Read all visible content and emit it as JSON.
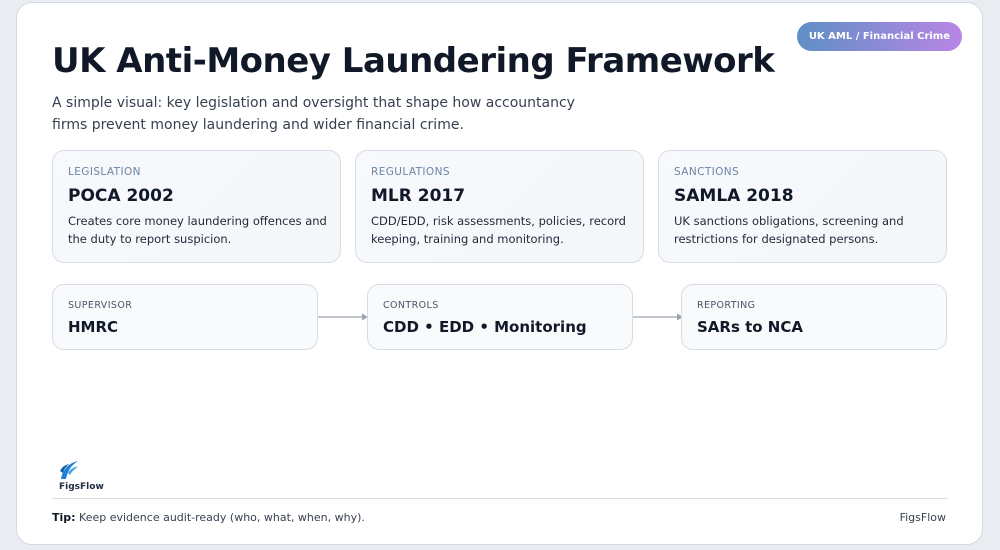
{
  "badge": "UK AML / Financial Crime",
  "title": "UK Anti-Money Laundering Framework",
  "subtitle": "A simple visual: key legislation and oversight that shape how accountancy firms prevent money laundering and wider financial crime.",
  "framework": [
    {
      "kicker": "LEGISLATION",
      "title": "POCA 2002",
      "description": "Creates core money laundering offences and the duty to report suspicion."
    },
    {
      "kicker": "REGULATIONS",
      "title": "MLR 2017",
      "description": "CDD/EDD, risk assessments, policies, record keeping, training and monitoring."
    },
    {
      "kicker": "SANCTIONS",
      "title": "SAMLA 2018",
      "description": "UK sanctions obligations, screening and restrictions for designated persons."
    }
  ],
  "flow": [
    {
      "kicker": "SUPERVISOR",
      "title": "HMRC"
    },
    {
      "kicker": "CONTROLS",
      "title": "CDD • EDD • Monitoring"
    },
    {
      "kicker": "REPORTING",
      "title": "SARs to NCA"
    }
  ],
  "logo_text": "FigsFlow",
  "footer": {
    "tip_label": "Tip:",
    "tip_text": "Keep evidence audit-ready (who, what, when, why).",
    "brand": "FigsFlow"
  },
  "colors": {
    "badge_gradient_start": "#5f8fc5",
    "badge_gradient_end": "#b886e6",
    "kicker": "#6b85a3",
    "arrow": "#9ca3af",
    "logo": "#1e7fd6"
  }
}
